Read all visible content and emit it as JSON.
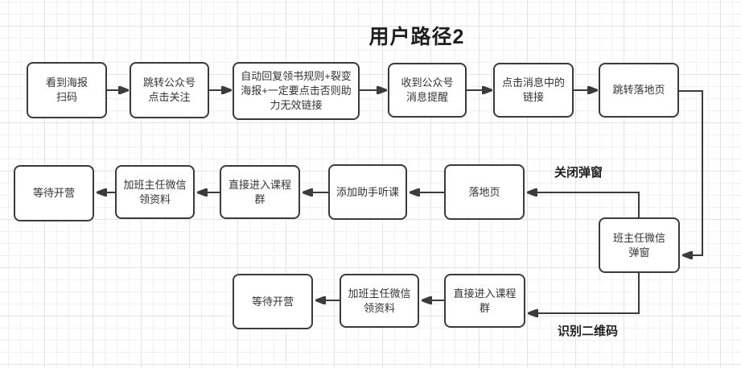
{
  "title": "用户路径2",
  "colors": {
    "node_border": "#3b3b3b",
    "node_fill": "#ffffff",
    "text": "#333333",
    "connector": "#3b3b3b",
    "title_text": "#1f1f1f",
    "label_text": "#1f1f1f",
    "grid_minor": "#f2f2f2",
    "grid_major": "#e3e3e3",
    "canvas_bg": "#ffffff"
  },
  "edge_labels": {
    "close_popup": "关闭弹窗",
    "scan_qr": "识别二维码"
  },
  "nodes": [
    {
      "id": "see-poster-scan",
      "label": "看到海报\n扫码"
    },
    {
      "id": "follow-official-account",
      "label": "跳转公众号\n点击关注"
    },
    {
      "id": "auto-reply-rules",
      "label": "自动回复领书规则+裂变\n海报+一定要点击否则助\n力无效链接"
    },
    {
      "id": "receive-message-alert",
      "label": "收到公众号\n消息提醒"
    },
    {
      "id": "click-message-link",
      "label": "点击消息中的\n链接"
    },
    {
      "id": "jump-landing-page",
      "label": "跳转落地页"
    },
    {
      "id": "wait-camp-open-1",
      "label": "等待开营"
    },
    {
      "id": "add-teacher-wechat-1",
      "label": "加班主任微信\n领资料"
    },
    {
      "id": "enter-course-group-1",
      "label": "直接进入课程\n群"
    },
    {
      "id": "add-assistant-listen",
      "label": "添加助手听课"
    },
    {
      "id": "landing-page",
      "label": "落地页"
    },
    {
      "id": "teacher-wechat-popup",
      "label": "班主任微信\n弹窗"
    },
    {
      "id": "wait-camp-open-2",
      "label": "等待开营"
    },
    {
      "id": "add-teacher-wechat-2",
      "label": "加班主任微信\n领资料"
    },
    {
      "id": "enter-course-group-2",
      "label": "直接进入课程\n群"
    }
  ]
}
